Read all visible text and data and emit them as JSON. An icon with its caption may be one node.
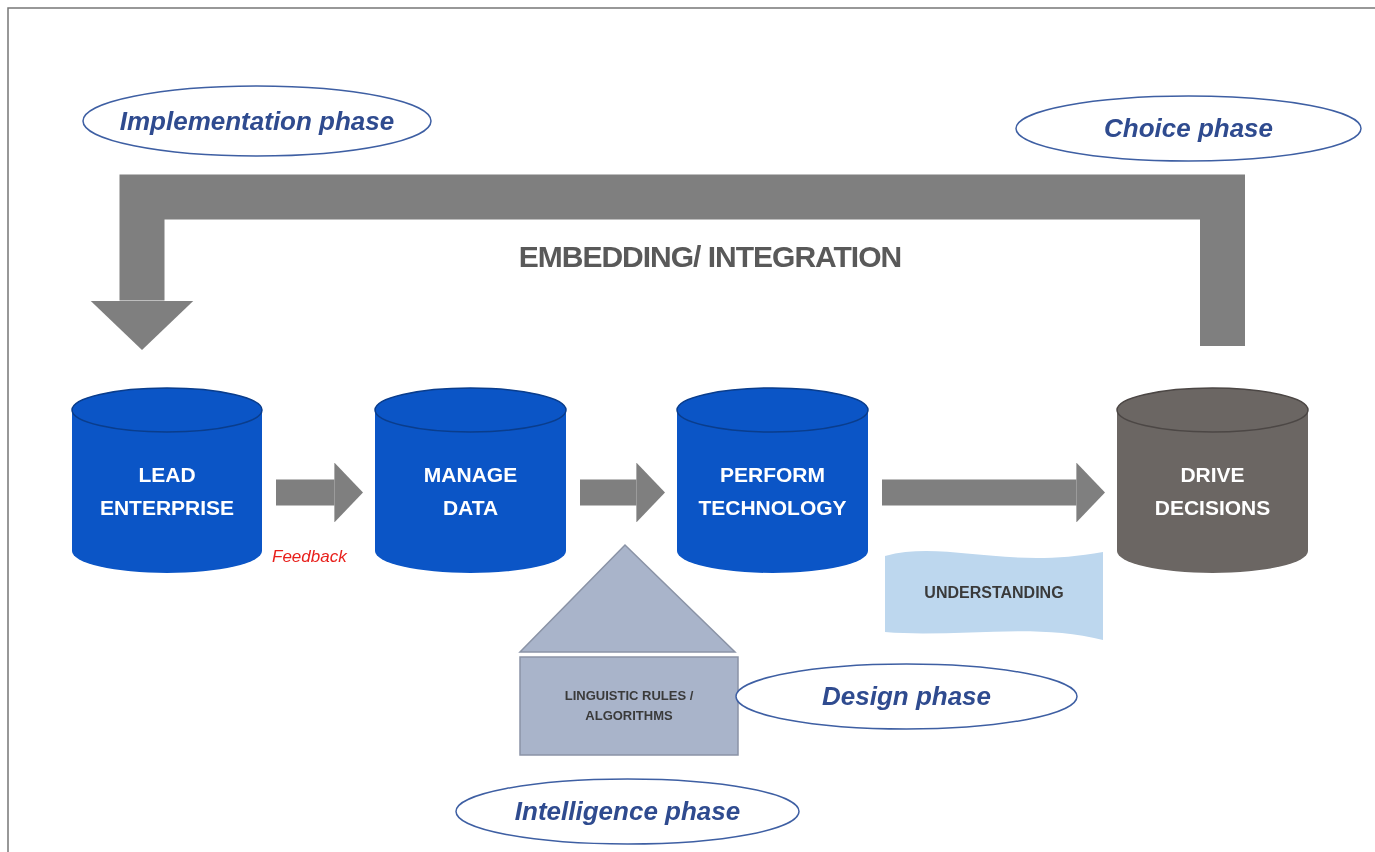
{
  "diagram": {
    "nodes": [
      {
        "text": [
          "Implementation phase"
        ]
      },
      {
        "text": [
          "Choice phase"
        ]
      },
      {
        "text": [
          "LEAD ENTERPRISE"
        ]
      },
      {
        "text": [
          "MANAGE DATA"
        ]
      },
      {
        "text": [
          "PERFORM TECHNOLOGY"
        ]
      },
      {
        "text": [
          "DRIVE DECISIONS"
        ]
      },
      {
        "text": [
          "LINGUISTIC RULES / ALGORITHMS"
        ]
      },
      {
        "text": [
          "UNDERSTANDING"
        ]
      },
      {
        "text": [
          "Design phase"
        ]
      },
      {
        "text": [
          "Intelligence phase"
        ]
      }
    ],
    "edges": [
      {
        "from": 5,
        "to": 2,
        "arrow": "to",
        "label": "EMBEDDING/ INTEGRATION"
      },
      {
        "from": 2,
        "to": 3,
        "arrow": "to"
      },
      {
        "from": 3,
        "to": 4,
        "arrow": "to"
      },
      {
        "from": 4,
        "to": 5,
        "arrow": "to"
      }
    ],
    "labels": [
      "Feedback"
    ]
  }
}
